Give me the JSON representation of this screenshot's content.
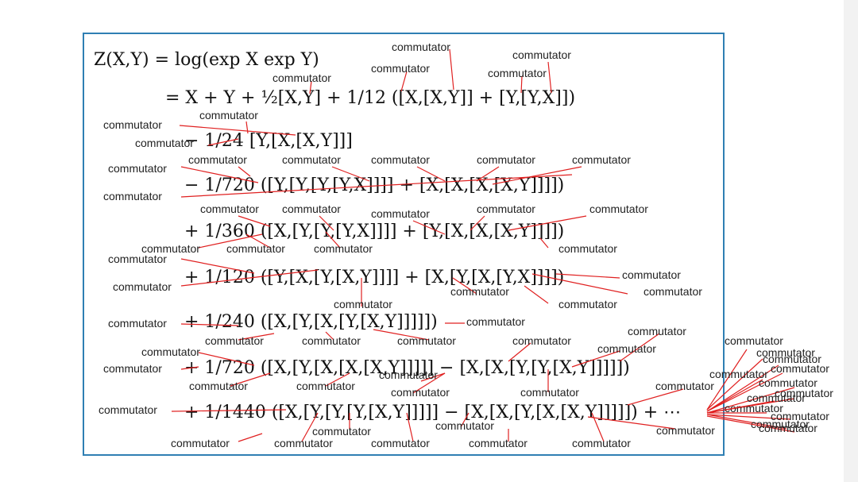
{
  "formula": {
    "lines": [
      "Z(X,Y) = log(exp X exp Y)",
      "= X + Y + ½[X,Y] + 1/12 ([X,[X,Y]] + [Y,[Y,X]])",
      "− 1/24 [Y,[X,[X,Y]]]",
      "− 1/720 ([Y,[Y,[Y,[Y,X]]]] + [X,[X,[X,[X,Y]]]])",
      "+ 1/360 ([X,[Y,[Y,[Y,X]]]] + [Y,[X,[X,[X,Y]]]])",
      "+ 1/120 ([Y,[X,[Y,[X,Y]]]] + [X,[Y,[X,[Y,X]]]])",
      "+ 1/240 ([X,[Y,[X,[Y,[X,Y]]]]])",
      "+ 1/720 ([X,[Y,[X,[X,[X,Y]]]]] − [X,[X,[Y,[Y,[X,Y]]]]])",
      "+ 1/1440 ([X,[Y,[Y,[Y,[X,Y]]]]] − [X,[X,[Y,[X,[X,Y]]]]]) + ⋯"
    ]
  },
  "annotation_label": "commutator",
  "colors": {
    "frame": "#2f7fb3",
    "leader": "#e02020",
    "text": "#111111"
  }
}
